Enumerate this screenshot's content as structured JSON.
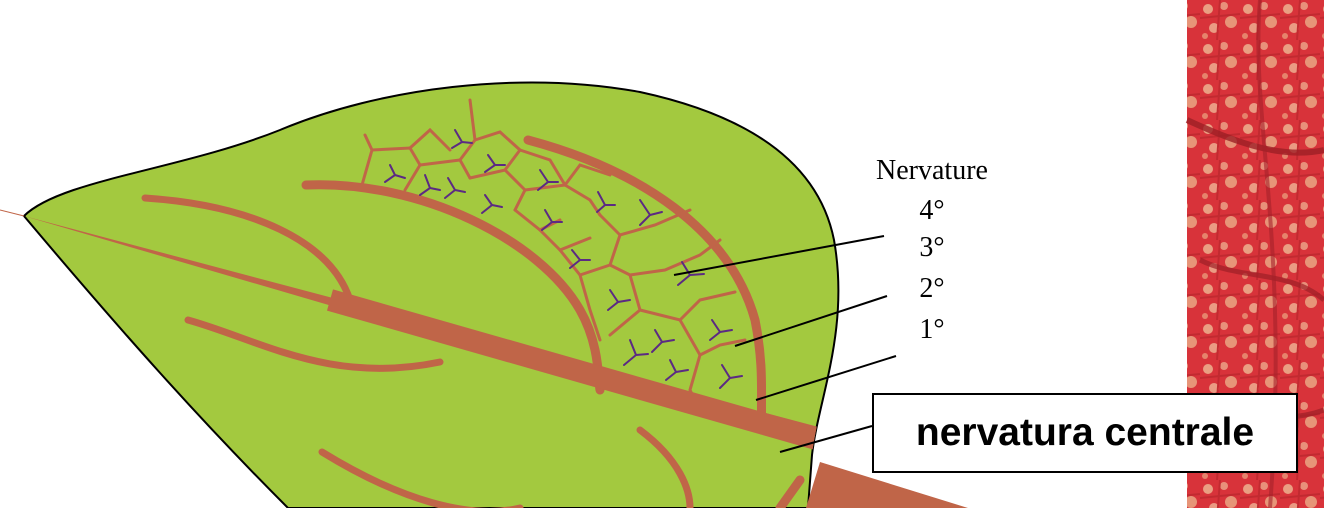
{
  "labels": {
    "heading": "Nervature",
    "levels": [
      "4°",
      "3°",
      "2°",
      "1°"
    ]
  },
  "callout": {
    "text": "nervatura centrale"
  },
  "colors": {
    "leaf_fill": "#a3c93f",
    "vein": "#c06548",
    "fine_vein": "#5b2a83",
    "photo_red": "#d8333a",
    "photo_light": "#f2c89c",
    "outline": "#000000"
  }
}
